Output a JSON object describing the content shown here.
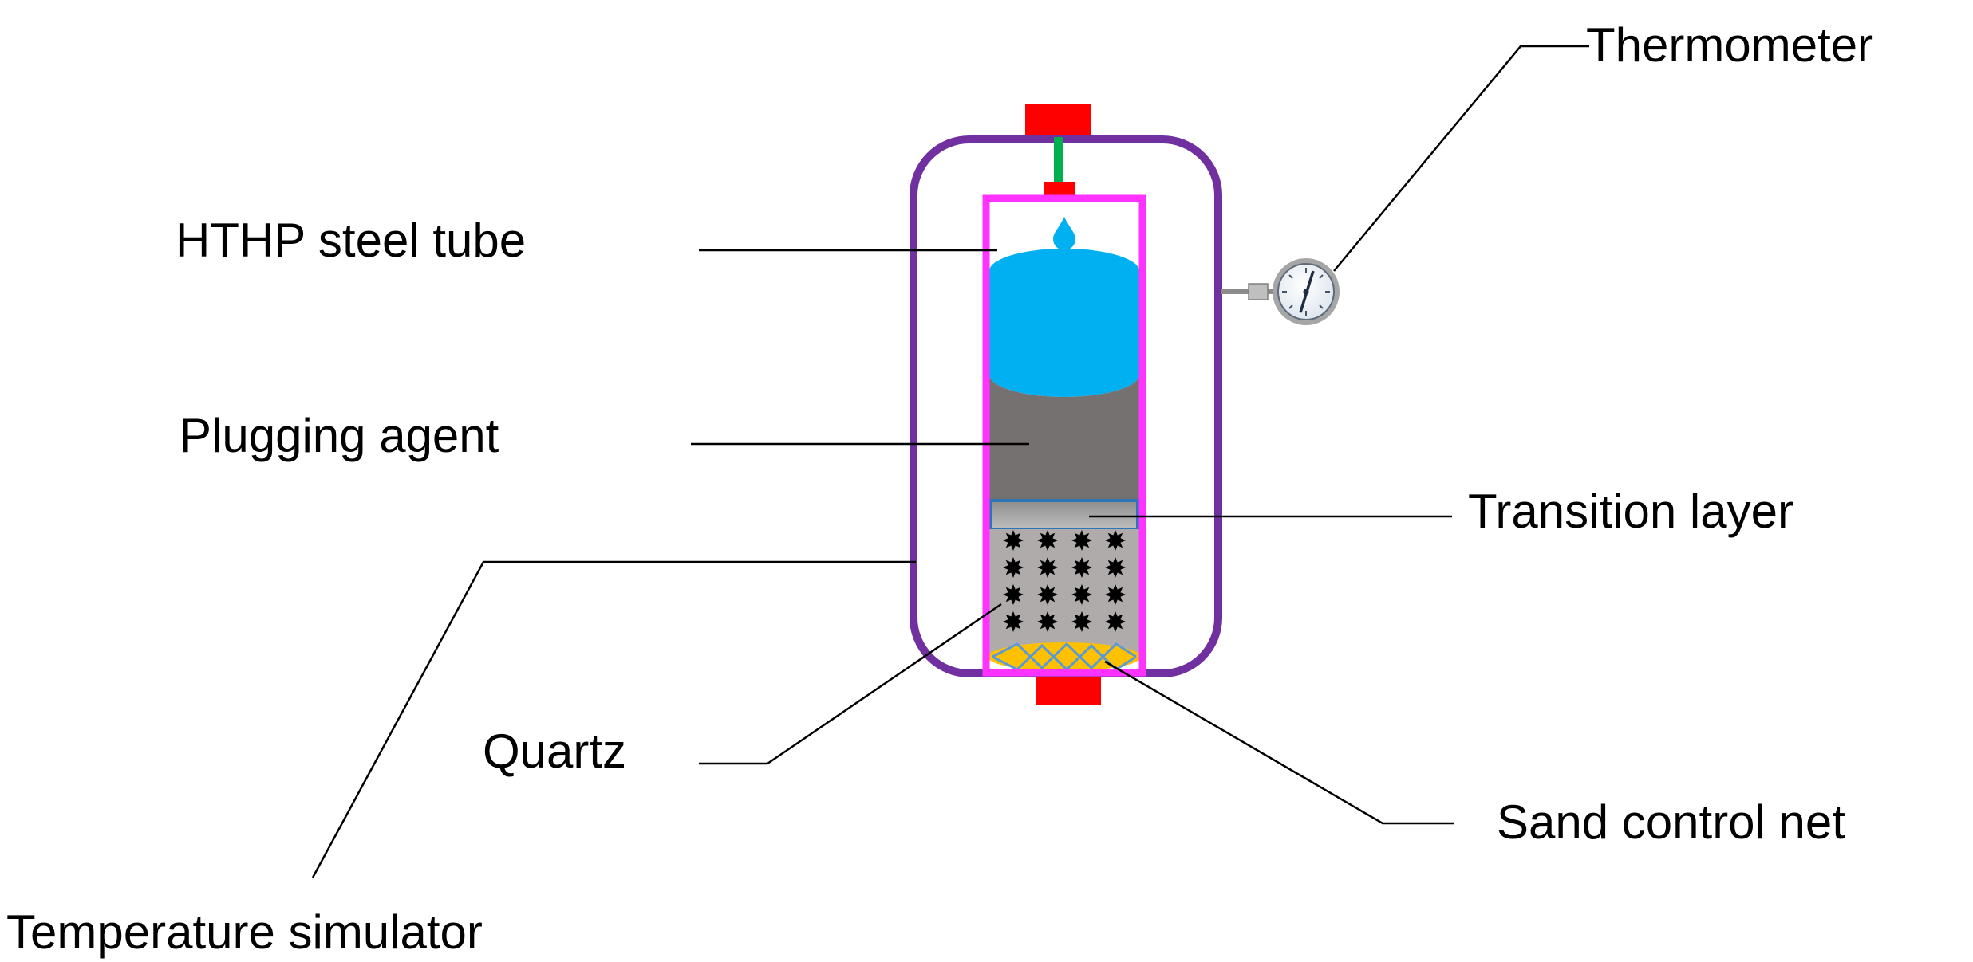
{
  "diagram": {
    "labels": {
      "thermometer": "Thermometer",
      "steel_tube": "HTHP steel tube",
      "plugging_agent": "Plugging agent",
      "transition_layer": "Transition layer",
      "quartz": "Quartz",
      "sand_control_net": "Sand control net",
      "temperature_simulator": "Temperature simulator"
    },
    "colors": {
      "simulator_outline": "#7030A0",
      "steel_tube_outline": "#FF33FF",
      "end_caps": "#FF0000",
      "valve_stem": "#00B050",
      "water": "#00B0F0",
      "plugging_agent": "#767171",
      "transition_layer_border": "#2E75B6",
      "quartz_bed": "#AFABAB",
      "quartz_grains": "#000000",
      "sand_control_net": "#FFC000",
      "net_mesh": "#5B9BD5"
    }
  }
}
